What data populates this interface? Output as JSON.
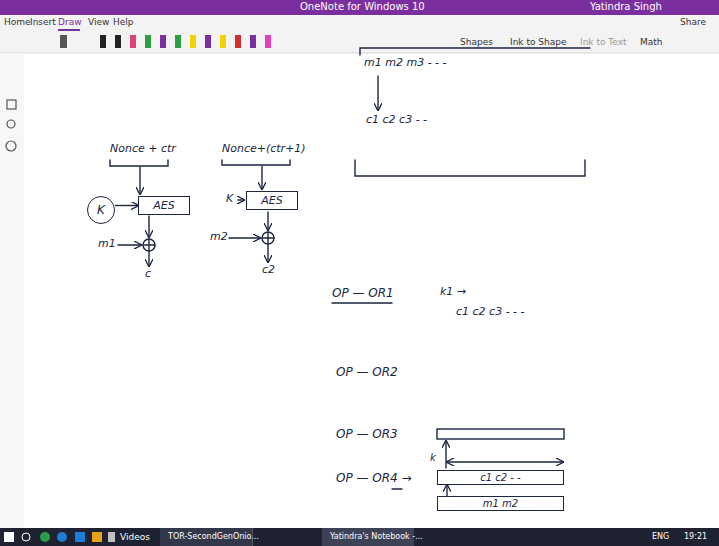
{
  "diagram": {
    "nodes": [
      {
        "text": [
          "K"
        ]
      },
      {
        "text": [
          "AES"
        ]
      },
      {
        "text": [
          "AES"
        ]
      },
      {
        "text": [
          "c1 c2 - -"
        ]
      },
      {
        "text": [
          "m1 m2"
        ]
      }
    ],
    "edges": [
      {
        "from": 0,
        "to": 1,
        "arrow": "to"
      },
      {
        "from": 4,
        "to": 3,
        "arrow": "to"
      }
    ],
    "labels": [
      "OneNote for Windows 10",
      "Yatindra Singh",
      "Home",
      "Insert",
      "Draw",
      "View",
      "Help",
      "Share",
      "Shapes",
      "Ink to Shape",
      "Ink to Text",
      "Math",
      "Nonce + ctr",
      "Nonce+(ctr+1)",
      "K",
      "m1",
      "c",
      "m2",
      "c2",
      "m1 m2 m3 - - -",
      "c1 c2 c3 - -",
      "OP — OR1",
      "k1 →",
      "c1 c2 c3 - - -",
      "OP — OR2",
      "OP — OR3",
      "OP — OR4 →",
      "k",
      "Videos",
      "TOR-SecondGenOnio...",
      "Yatindra's Notebook -...",
      "ENG",
      "19:21"
    ]
  }
}
